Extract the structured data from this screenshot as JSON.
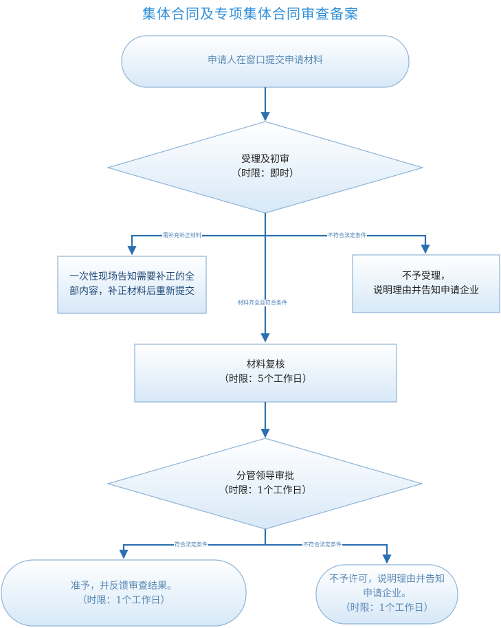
{
  "title": "集体合同及专项集体合同审查备案",
  "nodes": {
    "start": "申请人在窗口提交申请材料",
    "review1_line1": "受理及初审",
    "review1_line2": "（时限：即时）",
    "supplement_line1": "一次性现场告知需要补正的全",
    "supplement_line2": "部内容，补正材料后重新提交",
    "reject_line1": "不予受理，",
    "reject_line2": "说明理由并告知申请企业",
    "check_line1": "材料复核",
    "check_line2": "（时限：5个工作日）",
    "approve_line1": "分管领导审批",
    "approve_line2": "（时限：1个工作日）",
    "grant_line1": "准予，并反馈审查结果。",
    "grant_line2": "（时限：1个工作日）",
    "deny_line1": "不予许可，说明理由并告知",
    "deny_line2": "申请企业。",
    "deny_line3": "（时限：1个工作日）"
  },
  "edges": {
    "need_supplement": "需补充补正材料",
    "not_qualified_1": "不符合法定条件",
    "complete": "材料齐全且符合条件",
    "qualified": "符合法定条件",
    "not_qualified_2": "不符合法定条件"
  },
  "colors": {
    "line": "#2a6fb0",
    "shape_stroke": "#8fb3d6",
    "shape_fill_top": "#ffffff",
    "shape_fill_bottom": "#d7e8f7"
  }
}
